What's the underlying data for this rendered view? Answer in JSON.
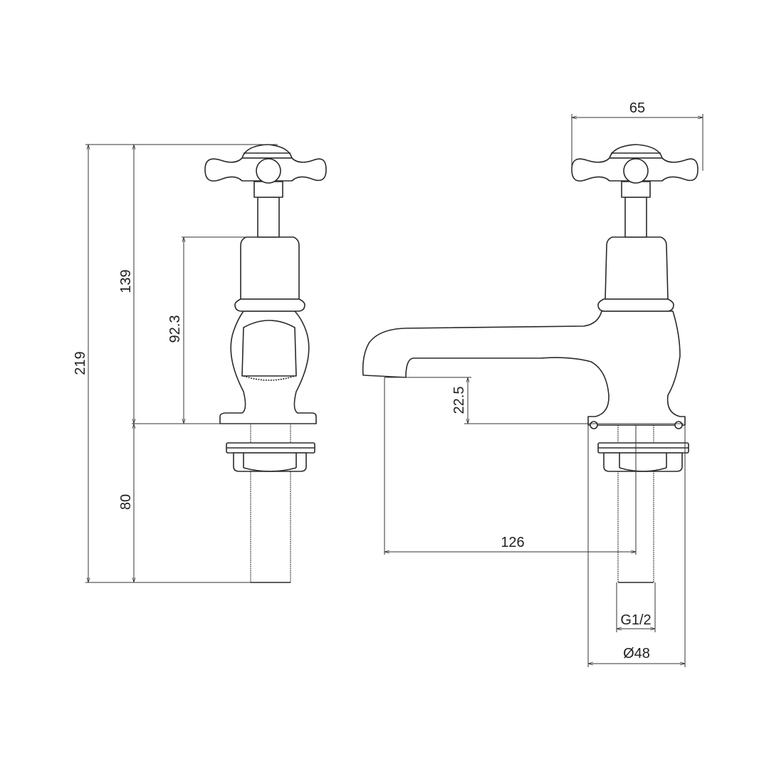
{
  "drawing": {
    "line_color": "#2a2a2a",
    "views": [
      "side-view",
      "front-view"
    ],
    "dimensions": {
      "overall_height": "219",
      "height_above_deck": "139",
      "body_height": "92.3",
      "shank_length": "80",
      "handle_width": "65",
      "spout_clearance": "22.5",
      "spout_reach": "126",
      "thread": "G1/2",
      "base_diameter": "Ø48"
    }
  }
}
